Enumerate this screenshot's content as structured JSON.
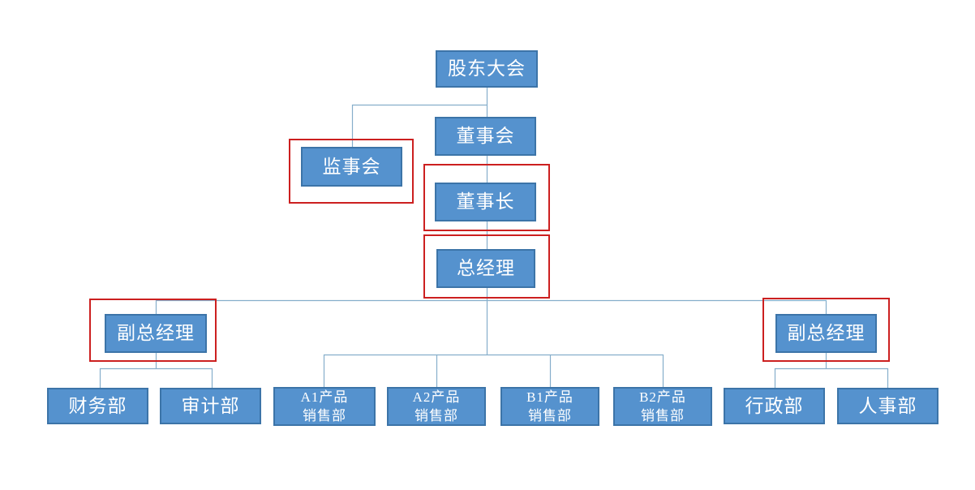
{
  "diagram": {
    "type": "org-chart",
    "language": "zh-CN",
    "colors": {
      "node_fill": "#5592CE",
      "node_border": "#3C74A8",
      "node_text": "#FFFFFF",
      "connector": "#86AECB",
      "highlight_border": "#CC2020",
      "background": "#FFFFFF"
    },
    "nodes": [
      {
        "id": "shareholders-meeting",
        "label": "股东大会",
        "highlighted": false
      },
      {
        "id": "board-of-directors",
        "label": "董事会",
        "highlighted": false
      },
      {
        "id": "supervisory-board",
        "label": "监事会",
        "highlighted": true
      },
      {
        "id": "chairman",
        "label": "董事长",
        "highlighted": true
      },
      {
        "id": "general-manager",
        "label": "总经理",
        "highlighted": true
      },
      {
        "id": "deputy-gm-left",
        "label": "副总经理",
        "highlighted": true
      },
      {
        "id": "deputy-gm-right",
        "label": "副总经理",
        "highlighted": true
      },
      {
        "id": "finance-dept",
        "label": "财务部",
        "highlighted": false
      },
      {
        "id": "audit-dept",
        "label": "审计部",
        "highlighted": false
      },
      {
        "id": "a1-product-sales-dept",
        "label": "A1产品\n销售部",
        "highlighted": false
      },
      {
        "id": "a2-product-sales-dept",
        "label": "A2产品\n销售部",
        "highlighted": false
      },
      {
        "id": "b1-product-sales-dept",
        "label": "B1产品\n销售部",
        "highlighted": false
      },
      {
        "id": "b2-product-sales-dept",
        "label": "B2产品\n销售部",
        "highlighted": false
      },
      {
        "id": "admin-dept",
        "label": "行政部",
        "highlighted": false
      },
      {
        "id": "hr-dept",
        "label": "人事部",
        "highlighted": false
      }
    ],
    "edges": [
      {
        "from": "shareholders-meeting",
        "to": "board-of-directors"
      },
      {
        "from": "shareholders-meeting",
        "to": "supervisory-board"
      },
      {
        "from": "board-of-directors",
        "to": "chairman"
      },
      {
        "from": "chairman",
        "to": "general-manager"
      },
      {
        "from": "general-manager",
        "to": "deputy-gm-left"
      },
      {
        "from": "general-manager",
        "to": "deputy-gm-right"
      },
      {
        "from": "general-manager",
        "to": "a1-product-sales-dept"
      },
      {
        "from": "general-manager",
        "to": "a2-product-sales-dept"
      },
      {
        "from": "general-manager",
        "to": "b1-product-sales-dept"
      },
      {
        "from": "general-manager",
        "to": "b2-product-sales-dept"
      },
      {
        "from": "deputy-gm-left",
        "to": "finance-dept"
      },
      {
        "from": "deputy-gm-left",
        "to": "audit-dept"
      },
      {
        "from": "deputy-gm-right",
        "to": "admin-dept"
      },
      {
        "from": "deputy-gm-right",
        "to": "hr-dept"
      }
    ]
  }
}
